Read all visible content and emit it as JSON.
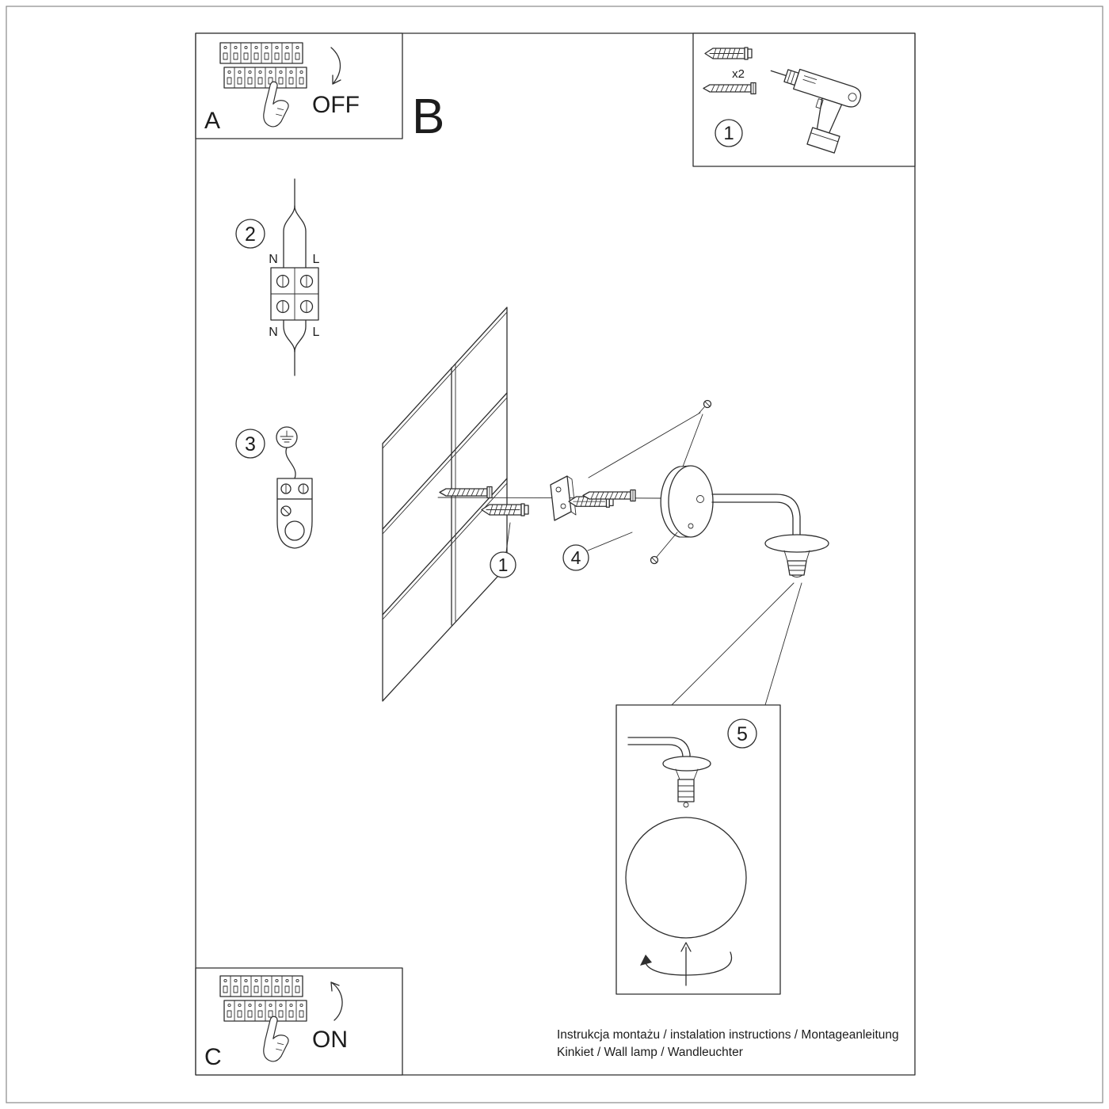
{
  "page": {
    "background": "#ffffff",
    "line_color": "#2e2e2e",
    "footer": {
      "line1": "Instrukcja montażu / instalation instructions / Montageanleitung",
      "line2": "Kinkiet / Wall lamp / Wandleuchter"
    }
  },
  "steps": {
    "power_off": {
      "label": "A",
      "action": "OFF"
    },
    "section_b": {
      "label": "B"
    },
    "drill_kit": {
      "number": "1",
      "quantity": "x2"
    },
    "wiring": {
      "number": "2",
      "labels": {
        "n_top": "N",
        "l_top": "L",
        "n_bottom": "N",
        "l_bottom": "L"
      }
    },
    "ground": {
      "number": "3"
    },
    "mounting": {
      "anchor_callout": "1",
      "canopy_callout": "4"
    },
    "bulb": {
      "number": "5"
    },
    "power_on": {
      "label": "C",
      "action": "ON"
    }
  }
}
